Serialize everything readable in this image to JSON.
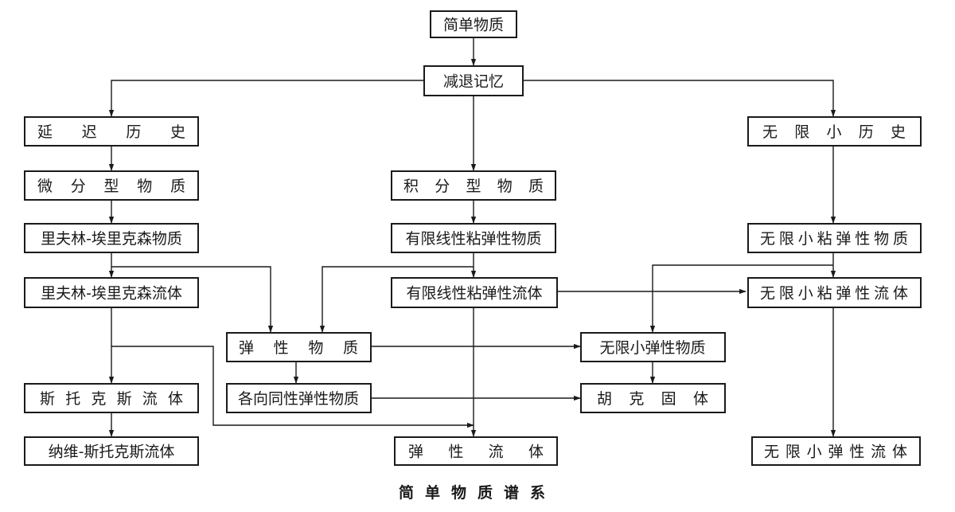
{
  "caption": "简单物质谱系",
  "nodes": {
    "simple_material": "简单物质",
    "fading_memory": "减退记忆",
    "delayed_history": "延迟历史",
    "differential_material": "微分型物质",
    "rivlin_ericksen_material": "里夫林-埃里克森物质",
    "rivlin_ericksen_fluid": "里夫林-埃里克森流体",
    "integral_material": "积分型物质",
    "finite_linear_viscoelastic_material": "有限线性粘弹性物质",
    "finite_linear_viscoelastic_fluid": "有限线性粘弹性流体",
    "infinitesimal_history": "无限小历史",
    "infinitesimal_viscoelastic_material": "无限小粘弹性物质",
    "infinitesimal_viscoelastic_fluid": "无限小粘弹性流体",
    "elastic_material": "弹性物质",
    "isotropic_elastic_material": "各向同性弹性物质",
    "infinitesimal_elastic_material": "无限小弹性物质",
    "hookean_solid": "胡克固体",
    "stokes_fluid": "斯托克斯流体",
    "navier_stokes_fluid": "纳维-斯托克斯流体",
    "elastic_fluid": "弹性流体",
    "infinitesimal_elastic_fluid": "无限小弹性流体"
  }
}
